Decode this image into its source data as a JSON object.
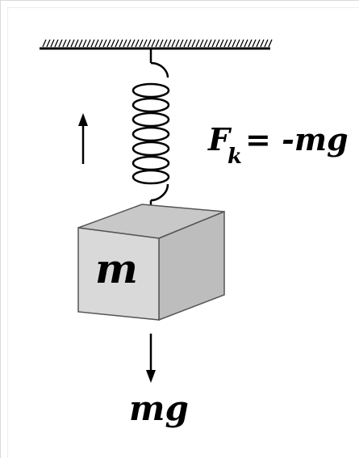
{
  "diagram": {
    "mass_label": "m",
    "force_label_main": "F",
    "force_label_subscript": "k",
    "force_label_rhs": "= -mg",
    "weight_label": "mg"
  },
  "colors": {
    "line": "#000000",
    "block_front": "#d9d9d9",
    "block_top": "#c8c8c8",
    "block_side": "#bdbdbd",
    "block_edge": "#555555"
  }
}
